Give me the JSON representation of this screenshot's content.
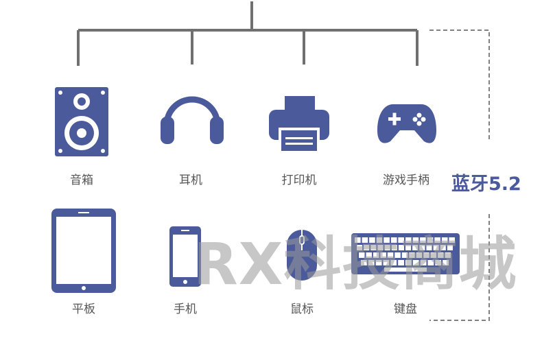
{
  "colors": {
    "icon": "#4b5a9a",
    "connector": "#707070",
    "dashed": "#808080",
    "label": "#555555",
    "bluetooth": "#4b5a9a",
    "watermark": "#9a9a9a"
  },
  "devices": [
    {
      "label": "音箱",
      "icon": "speaker-icon"
    },
    {
      "label": "耳机",
      "icon": "headphones-icon"
    },
    {
      "label": "打印机",
      "icon": "printer-icon"
    },
    {
      "label": "游戏手柄",
      "icon": "gamepad-icon"
    },
    {
      "label": "平板",
      "icon": "tablet-icon"
    },
    {
      "label": "手机",
      "icon": "phone-icon"
    },
    {
      "label": "鼠标",
      "icon": "mouse-icon"
    },
    {
      "label": "键盘",
      "icon": "keyboard-icon"
    }
  ],
  "bluetooth": {
    "label": "蓝牙5.2"
  },
  "watermark": {
    "text": "RX科技商城"
  }
}
